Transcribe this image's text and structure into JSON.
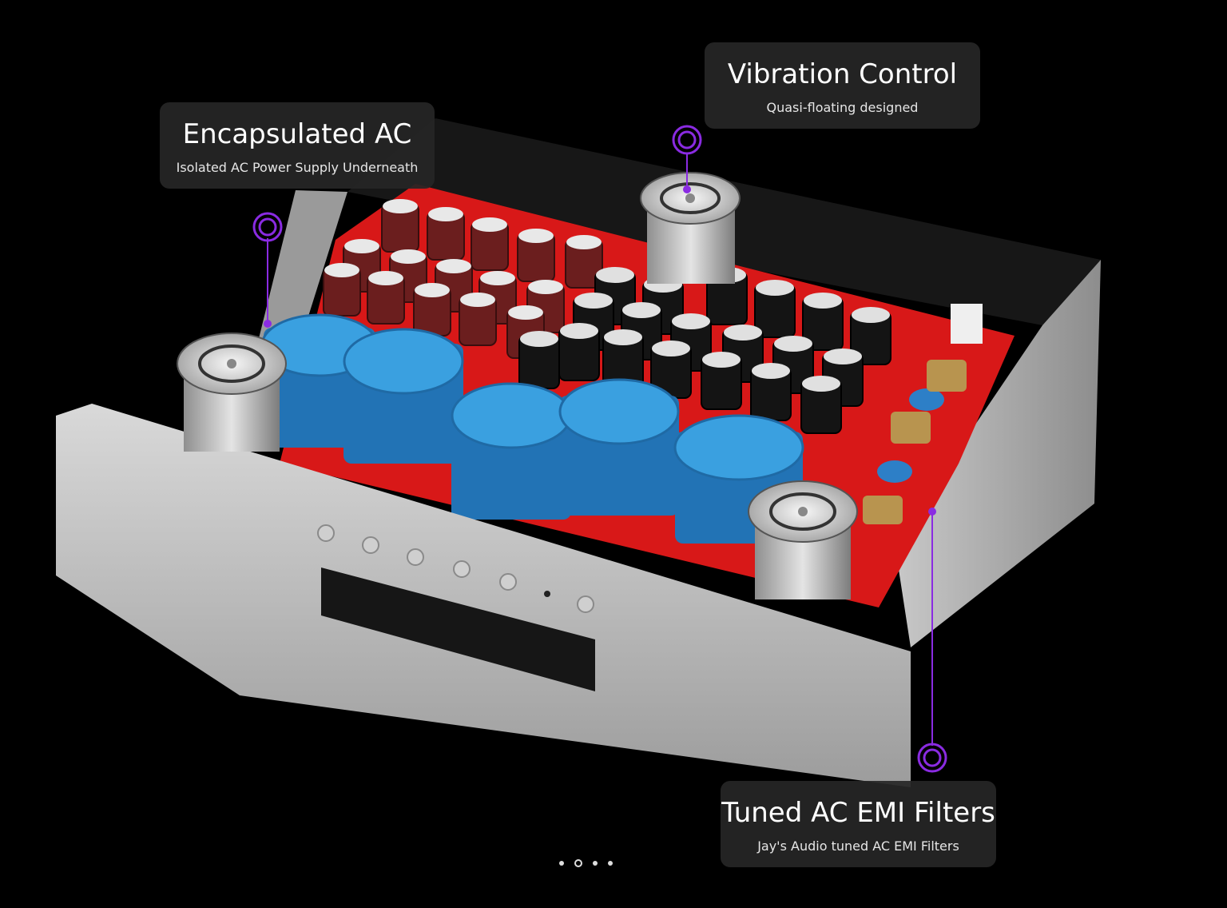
{
  "hotspots": [
    {
      "title": "Encapsulated AC",
      "description": "Isolated AC Power Supply Underneath"
    },
    {
      "title": "Vibration Control",
      "description": "Quasi-floating designed"
    },
    {
      "title": "Tuned AC EMI Filters",
      "description": "Jay's Audio tuned AC EMI Filters"
    }
  ],
  "carousel": {
    "count": 4,
    "active_index": 1
  },
  "colors": {
    "accent": "#8a2be2",
    "board_red": "#d81818",
    "transformer_blue": "#2d8fd1",
    "chassis_silver": "#b8b8b8"
  }
}
